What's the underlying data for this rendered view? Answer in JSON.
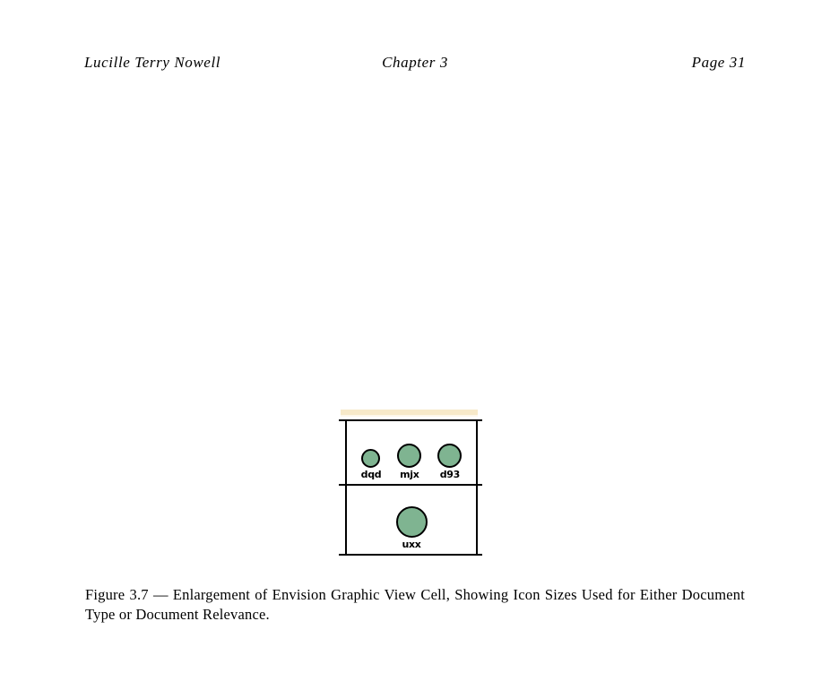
{
  "header": {
    "author": "Lucille Terry Nowell",
    "chapter": "Chapter 3",
    "page": "Page 31"
  },
  "figure": {
    "caption": "Figure 3.7 — Enlargement of Envision Graphic View Cell, Showing Icon Sizes Used for Either Document Type or Document Relevance.",
    "cell": {
      "top_strip_color": "#f7e9c9",
      "icon_fill_color": "#7fb491",
      "icon_outline_color": "#000000",
      "rows": [
        {
          "name": "upper-row",
          "icons": [
            {
              "label": "dqd",
              "size": "small"
            },
            {
              "label": "mjx",
              "size": "medium"
            },
            {
              "label": "d93",
              "size": "medium"
            }
          ]
        },
        {
          "name": "lower-row",
          "icons": [
            {
              "label": "uxx",
              "size": "large"
            }
          ]
        }
      ]
    }
  }
}
